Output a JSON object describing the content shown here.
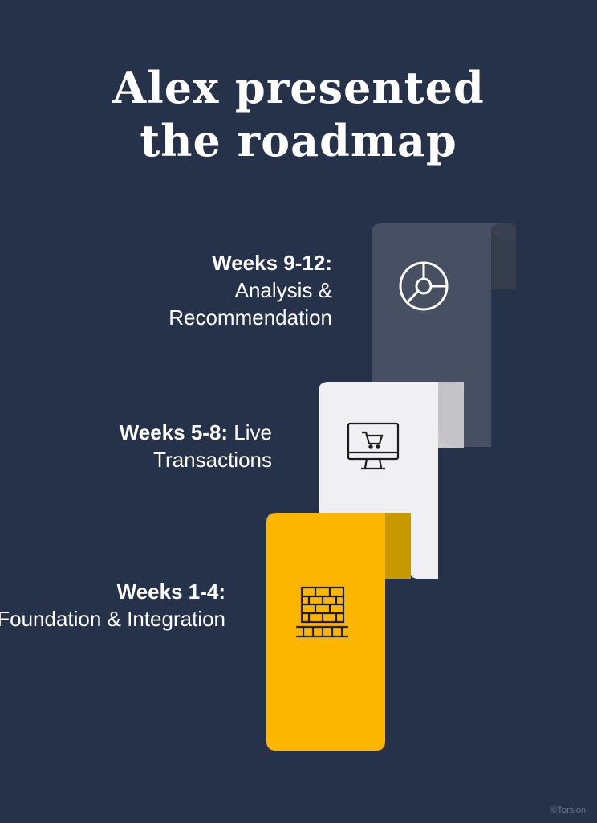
{
  "title": {
    "line1": "Alex presented",
    "line2": "the roadmap"
  },
  "steps": [
    {
      "week": "Weeks 9-12:",
      "label": "Analysis & Recommendation",
      "icon": "pie-chart-icon",
      "color": "#474f63"
    },
    {
      "week": "Weeks 5-8:",
      "label": "Live Transactions",
      "icon": "monitor-cart-icon",
      "color": "#f0f0f2"
    },
    {
      "week": "Weeks 1-4:",
      "label": "Foundation & Integration",
      "icon": "brick-wall-icon",
      "color": "#fdb600"
    }
  ],
  "credit": "©Torsion",
  "colors": {
    "background": "#25324a",
    "text": "#ffffff"
  }
}
